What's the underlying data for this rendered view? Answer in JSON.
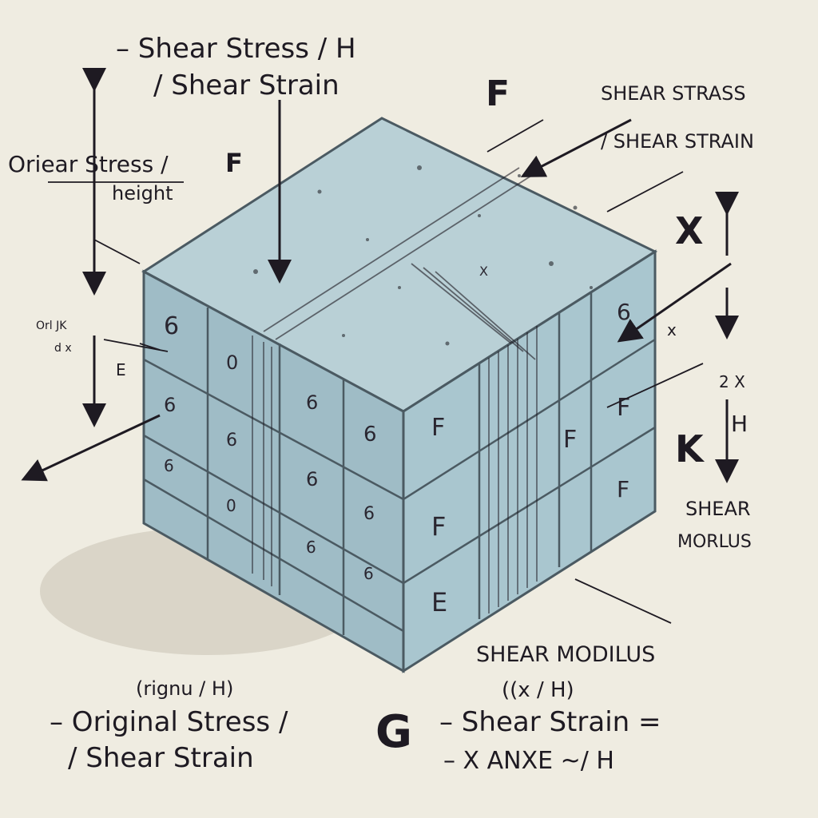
{
  "labels": {
    "top_line1": "– Shear Stress / H",
    "top_line2": "/ Shear Strain",
    "top_F": "F",
    "right_top1": "Shear Strass",
    "right_top2": "/ Shear Strain",
    "left_line1": "Oriear Stress /",
    "left_F": "F",
    "left_line2": "height",
    "left_small1": "Orl JK",
    "left_small2": "d x",
    "left_E": "E",
    "right_X_big": "X",
    "right_x_small": "x",
    "right_x_mid": "2 X",
    "right_H": "H",
    "right_K": "K",
    "right_shear": "Shear",
    "right_modulus": "Morlus",
    "bottom_modulus": "Shear Modilus",
    "bottom_formula1": "((x / H)",
    "bottom_G": "G",
    "bottom_formula2": "– Shear Strain =",
    "bottom_formula3": "– x Anxe ~/ H",
    "bottom_left1": "(rignu / H)",
    "bottom_left2": "– Original Stress /",
    "bottom_left3": "/ Shear Strain",
    "cube_top_mark": "X"
  },
  "cube_faces": {
    "left_face": [
      "6",
      "0",
      "6",
      "6",
      "6",
      "6",
      "6",
      "6",
      "6",
      "0",
      "6",
      "6",
      "",
      "",
      "",
      ""
    ],
    "right_face": [
      "F",
      "6",
      "F",
      "F",
      "F",
      "F",
      "E",
      ""
    ]
  },
  "colors": {
    "background": "#efece1",
    "cube_top": "#b9d0d6",
    "cube_left": "#9fbcc6",
    "cube_right": "#a9c6cf",
    "ink": "#1e1a22"
  }
}
